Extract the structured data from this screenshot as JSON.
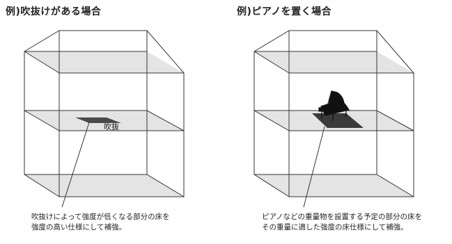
{
  "diagrams": [
    {
      "title": "例)吹抜けがある場合",
      "label": "吹抜",
      "caption_lines": [
        "吹抜けによって強度が低くなる部分の床を",
        "強度の高い仕様にして補強。"
      ]
    },
    {
      "title": "例)ピアノを置く場合",
      "caption_lines": [
        "ピアノなどの重量物を設置する予定の部分の床を",
        "その重量に適した強度の床仕様にして補強。"
      ]
    }
  ],
  "colors": {
    "line": "#333333",
    "floor_fill": "#e4e4e4",
    "void_fill": "#4a4a4a",
    "piano_fill": "#111111",
    "shadow_fill": "#3a3a3a"
  }
}
